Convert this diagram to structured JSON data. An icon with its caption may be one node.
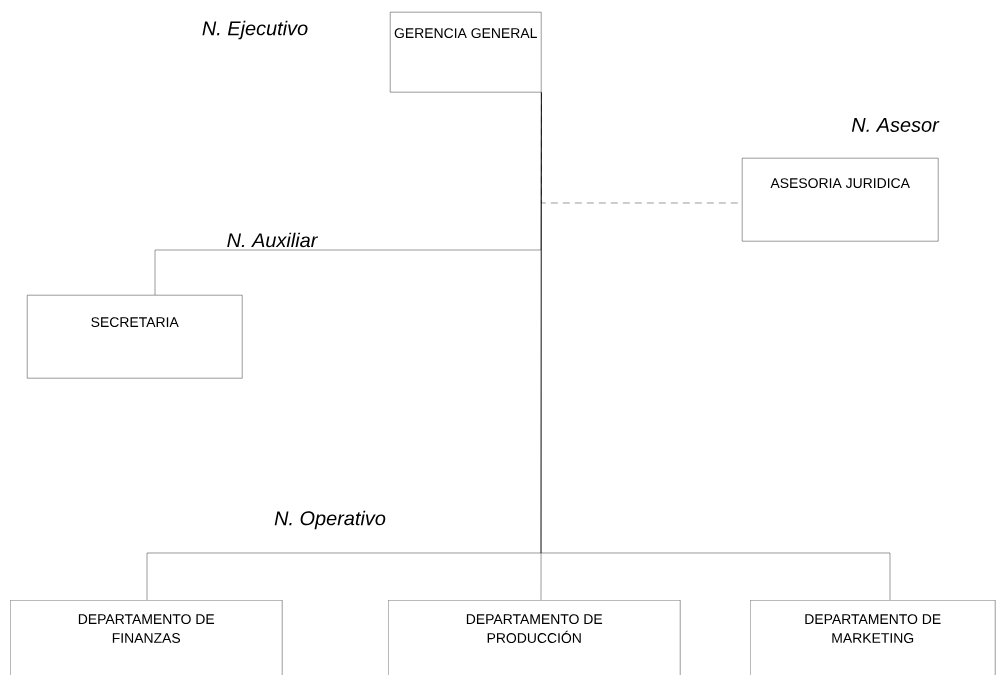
{
  "diagram": {
    "nodes": [
      {
        "text": [
          "GERENCIA GENERAL"
        ]
      },
      {
        "text": [
          "ASESORIA JURIDICA"
        ]
      },
      {
        "text": [
          "SECRETARIA"
        ]
      },
      {
        "text": [
          "DEPARTAMENTO DE FINANZAS"
        ]
      },
      {
        "text": [
          "DEPARTAMENTO DE PRODUCCIÓN"
        ]
      },
      {
        "text": [
          "DEPARTAMENTO DE MARKETING"
        ]
      }
    ],
    "edges": [
      {
        "from": 0,
        "to": 1,
        "arrow": "none",
        "style": "dashed"
      },
      {
        "from": 0,
        "to": 2,
        "arrow": "none"
      },
      {
        "from": 0,
        "to": 3,
        "arrow": "none"
      },
      {
        "from": 0,
        "to": 4,
        "arrow": "none"
      },
      {
        "from": 0,
        "to": 5,
        "arrow": "none"
      }
    ],
    "labels": [
      "N. Ejecutivo",
      "N. Asesor",
      "N. Auxiliar",
      "N. Operativo"
    ]
  }
}
